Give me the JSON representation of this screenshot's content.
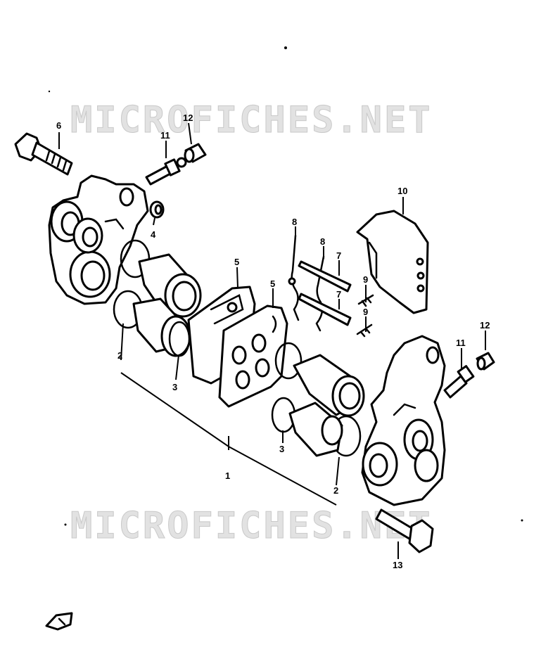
{
  "watermark": {
    "text": "MICROFICHES.NET"
  },
  "callouts": {
    "c1": "1",
    "c2a": "2",
    "c2b": "2",
    "c3a": "3",
    "c3b": "3",
    "c4": "4",
    "c5a": "5",
    "c5b": "5",
    "c6": "6",
    "c7a": "7",
    "c7b": "7",
    "c8a": "8",
    "c8b": "8",
    "c9a": "9",
    "c9b": "9",
    "c10": "10",
    "c11a": "11",
    "c11b": "11",
    "c12a": "12",
    "c12b": "12",
    "c13": "13"
  },
  "colors": {
    "ink": "#000000",
    "paper": "#ffffff",
    "watermark": "#d8d8d8"
  },
  "icons": {
    "front_arrow": "front-arrow-icon"
  }
}
